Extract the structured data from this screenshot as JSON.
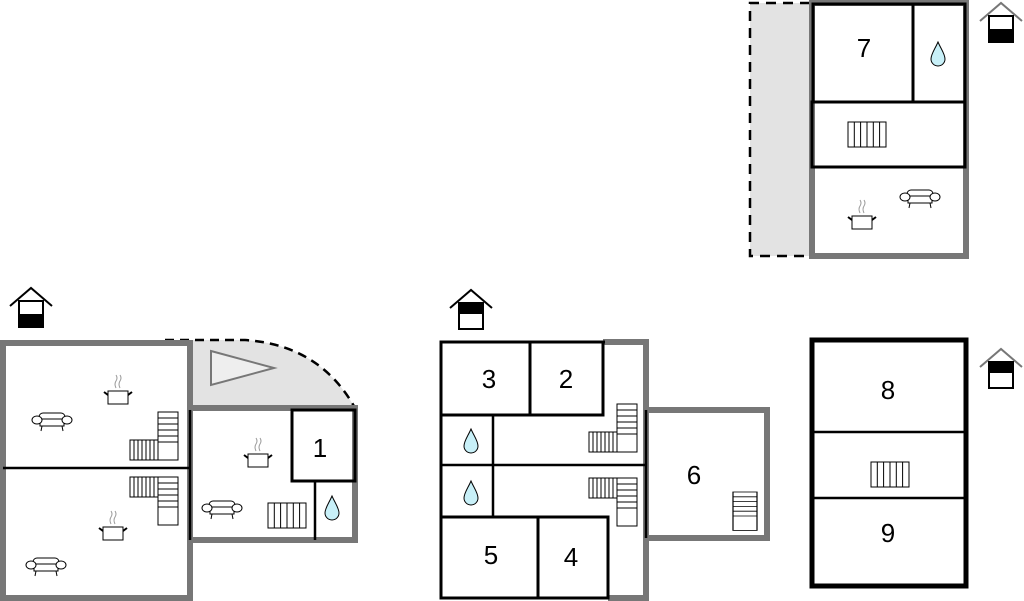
{
  "floorplan": {
    "rooms": [
      {
        "id": "1",
        "label": "1"
      },
      {
        "id": "2",
        "label": "2"
      },
      {
        "id": "3",
        "label": "3"
      },
      {
        "id": "4",
        "label": "4"
      },
      {
        "id": "5",
        "label": "5"
      },
      {
        "id": "6",
        "label": "6"
      },
      {
        "id": "7",
        "label": "7"
      },
      {
        "id": "8",
        "label": "8"
      },
      {
        "id": "9",
        "label": "9"
      }
    ],
    "colors": {
      "wall_outer": "#777777",
      "wall_inner": "#000000",
      "terrace": "#e3e3e3",
      "water": "#c8f0f8"
    }
  }
}
